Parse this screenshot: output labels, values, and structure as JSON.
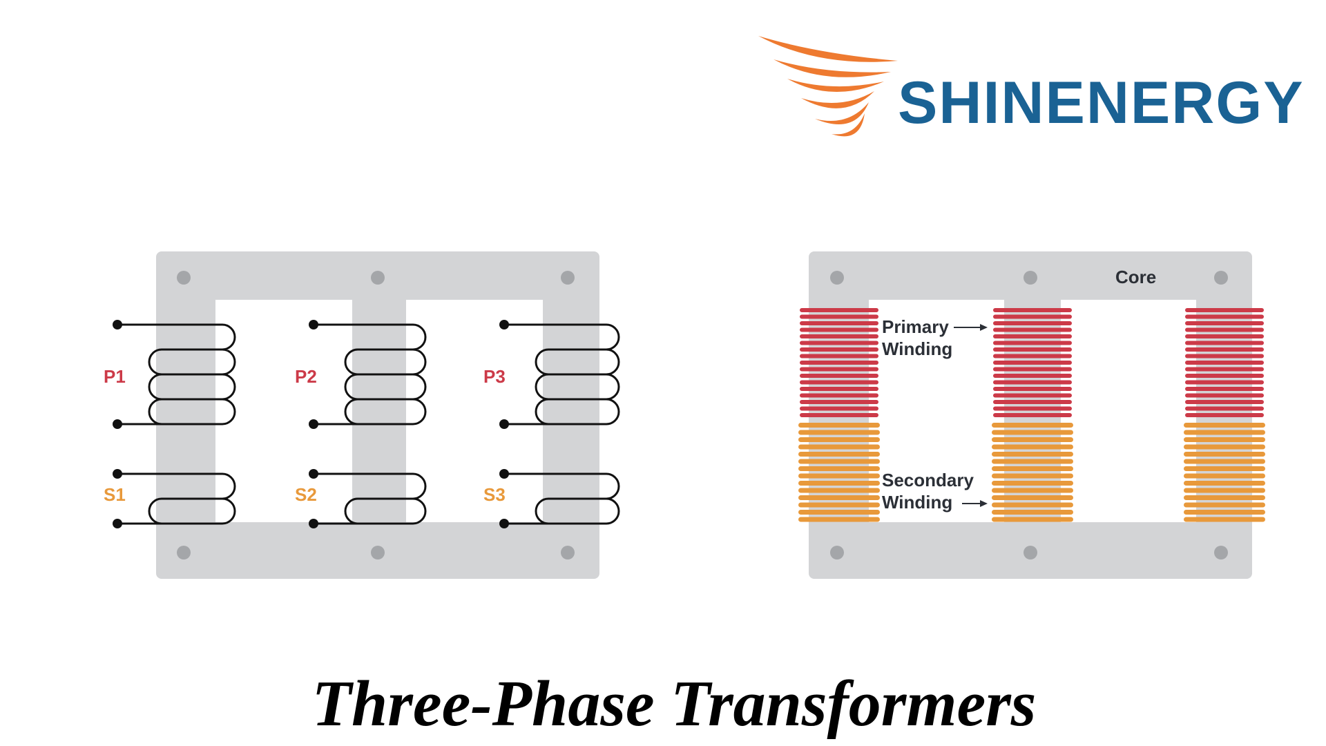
{
  "brand": {
    "name": "SHINENERGY",
    "colors": {
      "text": "#1a6294",
      "wing": "#ee7a30"
    }
  },
  "title": "Three-Phase Transformers",
  "colors": {
    "core": "#d3d4d6",
    "bolt": "#a4a6a9",
    "primary": "#cc3a48",
    "secondary": "#e8993b",
    "wire": "#111111",
    "label_dark": "#2b2f36"
  },
  "schematic": {
    "phases": [
      {
        "primary_label": "P1",
        "secondary_label": "S1"
      },
      {
        "primary_label": "P2",
        "secondary_label": "S2"
      },
      {
        "primary_label": "P3",
        "secondary_label": "S3"
      }
    ]
  },
  "physical": {
    "core_label": "Core",
    "primary_label_line1": "Primary",
    "primary_label_line2": "Winding",
    "secondary_label_line1": "Secondary",
    "secondary_label_line2": "Winding"
  }
}
